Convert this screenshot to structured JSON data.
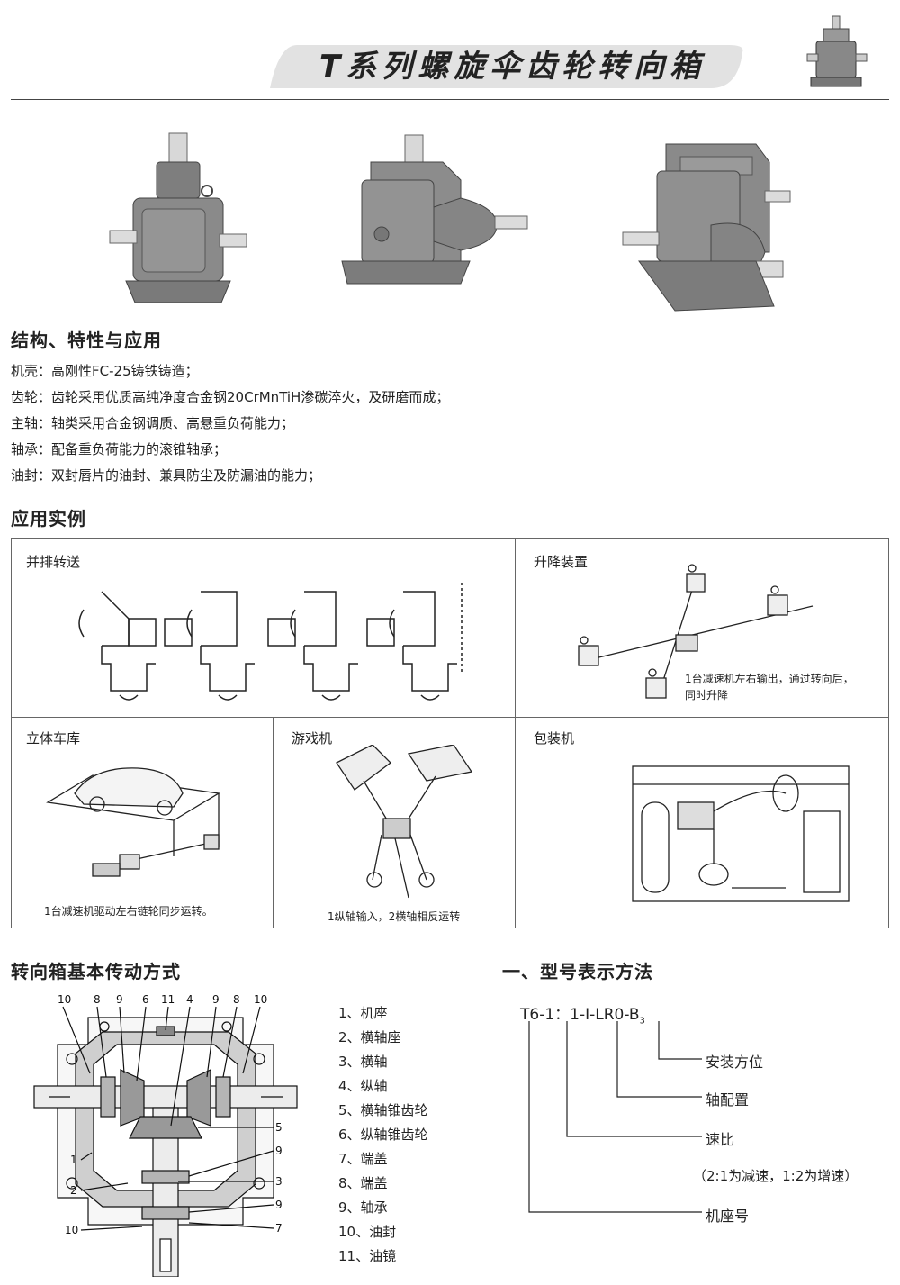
{
  "header": {
    "title": "T系列螺旋伞齿轮转向箱"
  },
  "section_features": {
    "heading": "结构、特性与应用",
    "items": [
      {
        "key": "机壳：",
        "text": "高刚性FC-25铸铁铸造；"
      },
      {
        "key": "齿轮：",
        "text": "齿轮采用优质高纯净度合金钢20CrMnTiH渗碳淬火，及研磨而成；"
      },
      {
        "key": "主轴：",
        "text": "轴类采用合金钢调质、高悬重负荷能力；"
      },
      {
        "key": "轴承：",
        "text": "配备重负荷能力的滚锥轴承；"
      },
      {
        "key": "油封：",
        "text": "双封唇片的油封、兼具防尘及防漏油的能力；"
      }
    ]
  },
  "section_examples": {
    "heading": "应用实例",
    "panels": [
      {
        "title": "并排转送",
        "caption": ""
      },
      {
        "title": "升降装置",
        "caption_line1": "1台减速机左右输出，通过转向后，",
        "caption_line2": "同时升降"
      },
      {
        "title": "立体车库",
        "caption": "1台减速机驱动左右链轮同步运转。"
      },
      {
        "title": "游戏机",
        "caption": "1纵轴输入，2横轴相反运转"
      },
      {
        "title": "包装机",
        "caption": ""
      }
    ]
  },
  "section_drive": {
    "heading": "转向箱基本传动方式",
    "callouts_top": [
      "10",
      "8",
      "9",
      "6",
      "11",
      "4",
      "9",
      "8",
      "10"
    ],
    "callouts_right": [
      "5",
      "9",
      "3",
      "9",
      "7"
    ],
    "callouts_left": [
      "1",
      "2",
      "10"
    ],
    "parts": [
      "1、机座",
      "2、横轴座",
      "3、横轴",
      "4、纵轴",
      "5、横轴锥齿轮",
      "6、纵轴锥齿轮",
      "7、端盖",
      "8、端盖",
      "9、轴承",
      "10、油封",
      "11、油镜"
    ]
  },
  "section_model": {
    "heading": "一、型号表示方法",
    "code": "T6-1：1-I-LR0-B",
    "code_sub": "3",
    "labels": {
      "mount": "安装方位",
      "shaft": "轴配置",
      "ratio": "速比",
      "ratio_note": "（2:1为减速，1:2为增速）",
      "frame": "机座号"
    }
  },
  "colors": {
    "housing": "#8a8a8a",
    "housing_dark": "#5e5e5e",
    "shaft": "#d8d8d8",
    "banner": "#e4e4e4"
  },
  "icons": [
    "gearbox-photo",
    "gearbox-diagram"
  ]
}
